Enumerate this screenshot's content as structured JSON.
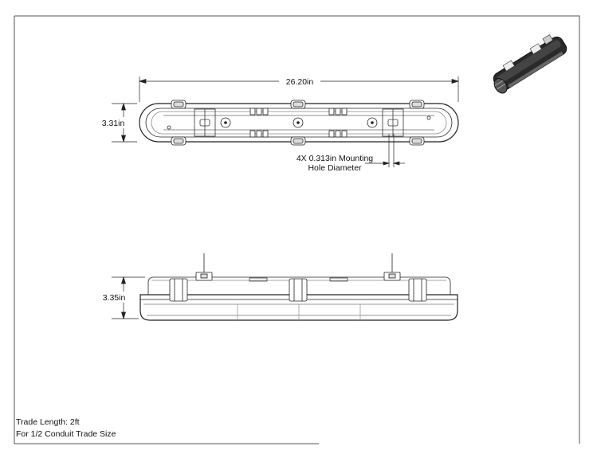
{
  "dimensions": {
    "overall_length": "26.20in",
    "top_view_width": "3.31in",
    "side_view_height": "3.35in"
  },
  "callout": {
    "line1": "4X 0.313in Mounting",
    "line2": "Hole Diameter"
  },
  "notes": {
    "trade_length": "Trade Length: 2ft",
    "conduit": "For 1/2 Conduit Trade Size"
  }
}
